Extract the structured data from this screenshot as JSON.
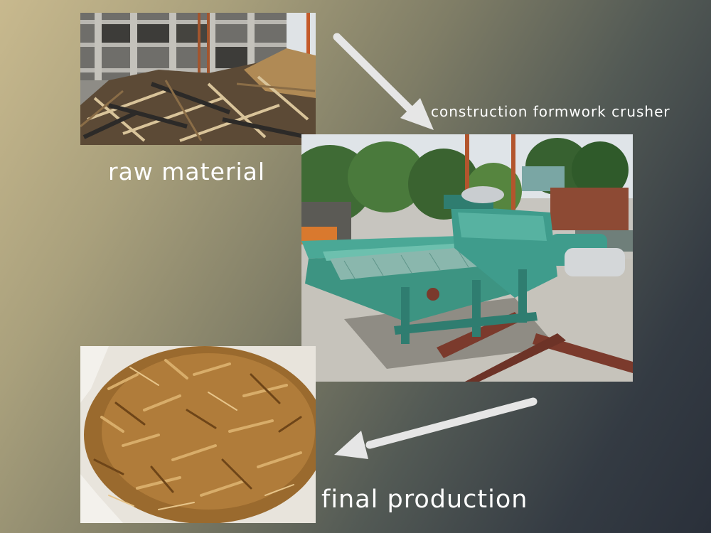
{
  "labels": {
    "raw_material": "raw material",
    "machine": "construction formwork crusher",
    "final_production": "final production"
  },
  "colors": {
    "text": "#ffffff",
    "arrow": "#e6e6e6",
    "machine_green": "#3f9c8c"
  },
  "icons": {
    "arrow_1": "arrow-down-right-icon",
    "arrow_2": "arrow-down-left-icon"
  }
}
